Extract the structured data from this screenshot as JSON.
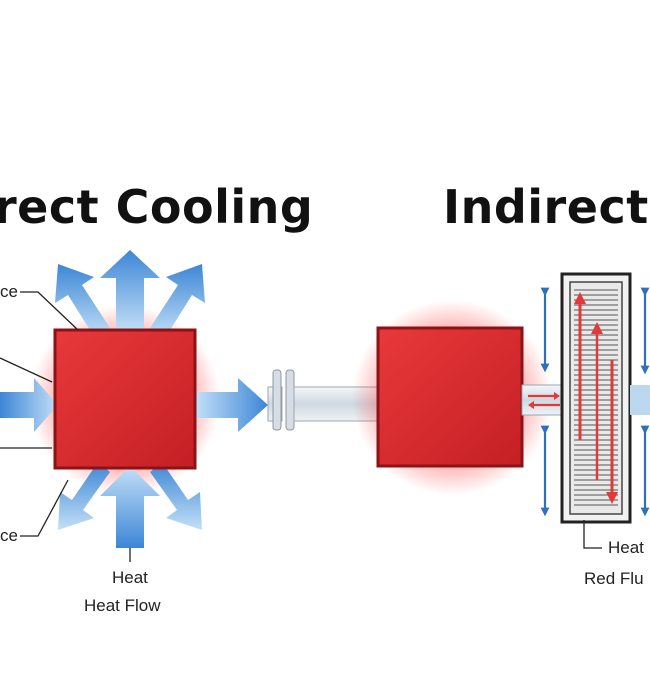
{
  "panels": {
    "direct": {
      "title": "rect Cooling",
      "labels": {
        "top_left": "ce",
        "bottom_left": "ce",
        "bottom_line1": "Heat",
        "bottom_line2": "Heat Flow"
      }
    },
    "indirect": {
      "title": "Indirect",
      "labels": {
        "heat": "Heat",
        "red_fluid": "Red Flu"
      }
    }
  },
  "colors": {
    "heat_block": "#d8272c",
    "glow": "#ff3b3b",
    "arrow_fill": "#4a90d9",
    "arrow_light": "#a9d0f5",
    "pipe": "#dfe6ec",
    "fluid_red": "#e03a3a",
    "exchanger_frame": "#222222"
  }
}
